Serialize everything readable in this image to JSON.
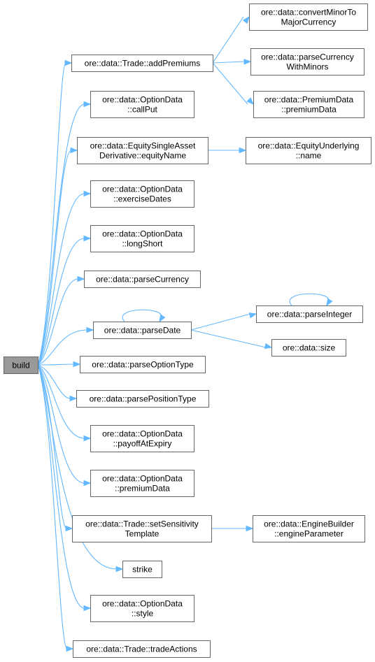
{
  "nodes": [
    {
      "id": "build",
      "lines": [
        "build"
      ],
      "root": true
    },
    {
      "id": "addPremiums",
      "lines": [
        "ore::data::Trade::addPremiums"
      ]
    },
    {
      "id": "convertMinor",
      "lines": [
        "ore::data::convertMinorTo",
        "MajorCurrency"
      ]
    },
    {
      "id": "parseCurrencyWithMinors",
      "lines": [
        "ore::data::parseCurrency",
        "WithMinors"
      ]
    },
    {
      "id": "premiumDataPD",
      "lines": [
        "ore::data::PremiumData",
        "::premiumData"
      ]
    },
    {
      "id": "callPut",
      "lines": [
        "ore::data::OptionData",
        "::callPut"
      ]
    },
    {
      "id": "equityName",
      "lines": [
        "ore::data::EquitySingleAsset",
        "Derivative::equityName"
      ]
    },
    {
      "id": "underlyingName",
      "lines": [
        "ore::data::EquityUnderlying",
        "::name"
      ]
    },
    {
      "id": "exerciseDates",
      "lines": [
        "ore::data::OptionData",
        "::exerciseDates"
      ]
    },
    {
      "id": "longShort",
      "lines": [
        "ore::data::OptionData",
        "::longShort"
      ]
    },
    {
      "id": "parseCurrency",
      "lines": [
        "ore::data::parseCurrency"
      ]
    },
    {
      "id": "parseDate",
      "lines": [
        "ore::data::parseDate"
      ]
    },
    {
      "id": "parseInteger",
      "lines": [
        "ore::data::parseInteger"
      ]
    },
    {
      "id": "size",
      "lines": [
        "ore::data::size"
      ]
    },
    {
      "id": "parseOptionType",
      "lines": [
        "ore::data::parseOptionType"
      ]
    },
    {
      "id": "parsePositionType",
      "lines": [
        "ore::data::parsePositionType"
      ]
    },
    {
      "id": "payoffAtExpiry",
      "lines": [
        "ore::data::OptionData",
        "::payoffAtExpiry"
      ]
    },
    {
      "id": "premiumDataOD",
      "lines": [
        "ore::data::OptionData",
        "::premiumData"
      ]
    },
    {
      "id": "setSensitivityTemplate",
      "lines": [
        "ore::data::Trade::setSensitivity",
        "Template"
      ]
    },
    {
      "id": "engineParameter",
      "lines": [
        "ore::data::EngineBuilder",
        "::engineParameter"
      ]
    },
    {
      "id": "strike",
      "lines": [
        "strike"
      ]
    },
    {
      "id": "style",
      "lines": [
        "ore::data::OptionData",
        "::style"
      ]
    },
    {
      "id": "tradeActions",
      "lines": [
        "ore::data::Trade::tradeActions"
      ]
    }
  ],
  "edges": [
    {
      "from": "build",
      "to": "addPremiums"
    },
    {
      "from": "build",
      "to": "callPut"
    },
    {
      "from": "build",
      "to": "equityName"
    },
    {
      "from": "build",
      "to": "exerciseDates"
    },
    {
      "from": "build",
      "to": "longShort"
    },
    {
      "from": "build",
      "to": "parseCurrency"
    },
    {
      "from": "build",
      "to": "parseDate"
    },
    {
      "from": "build",
      "to": "parseOptionType"
    },
    {
      "from": "build",
      "to": "parsePositionType"
    },
    {
      "from": "build",
      "to": "payoffAtExpiry"
    },
    {
      "from": "build",
      "to": "premiumDataOD"
    },
    {
      "from": "build",
      "to": "setSensitivityTemplate"
    },
    {
      "from": "build",
      "to": "strike"
    },
    {
      "from": "build",
      "to": "style"
    },
    {
      "from": "build",
      "to": "tradeActions"
    },
    {
      "from": "addPremiums",
      "to": "convertMinor"
    },
    {
      "from": "addPremiums",
      "to": "parseCurrencyWithMinors"
    },
    {
      "from": "addPremiums",
      "to": "premiumDataPD"
    },
    {
      "from": "equityName",
      "to": "underlyingName"
    },
    {
      "from": "parseDate",
      "to": "parseDate"
    },
    {
      "from": "parseDate",
      "to": "parseInteger"
    },
    {
      "from": "parseDate",
      "to": "size"
    },
    {
      "from": "parseInteger",
      "to": "parseInteger"
    },
    {
      "from": "setSensitivityTemplate",
      "to": "engineParameter"
    }
  ],
  "colors": {
    "edge": "#63b8ff",
    "node_border": "#666666",
    "node_fill": "#ffffff",
    "root_fill": "#999999"
  }
}
